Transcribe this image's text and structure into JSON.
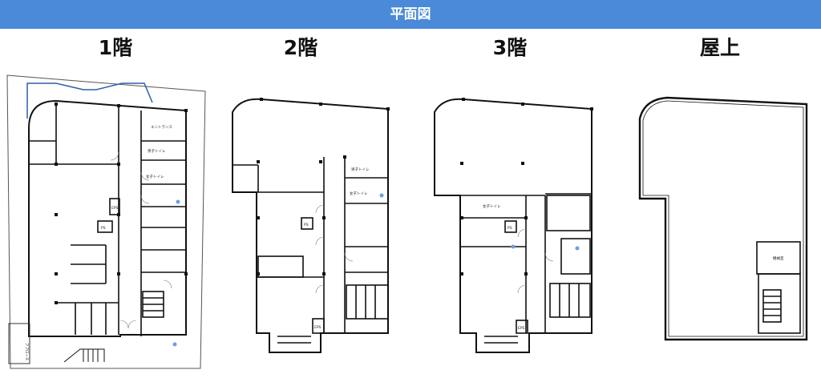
{
  "header": {
    "title": "平面図"
  },
  "floors": [
    {
      "label": "1階",
      "rooms": [
        "エントランス",
        "男子トイレ",
        "女子トイレ",
        "PS",
        "EPS",
        "アプローチ"
      ]
    },
    {
      "label": "2階",
      "rooms": [
        "男子トイレ",
        "女子トイレ",
        "PS",
        "EPS"
      ]
    },
    {
      "label": "3階",
      "rooms": [
        "女子トイレ",
        "PS",
        "EPS"
      ]
    },
    {
      "label": "屋上",
      "rooms": [
        "機械室"
      ]
    }
  ]
}
